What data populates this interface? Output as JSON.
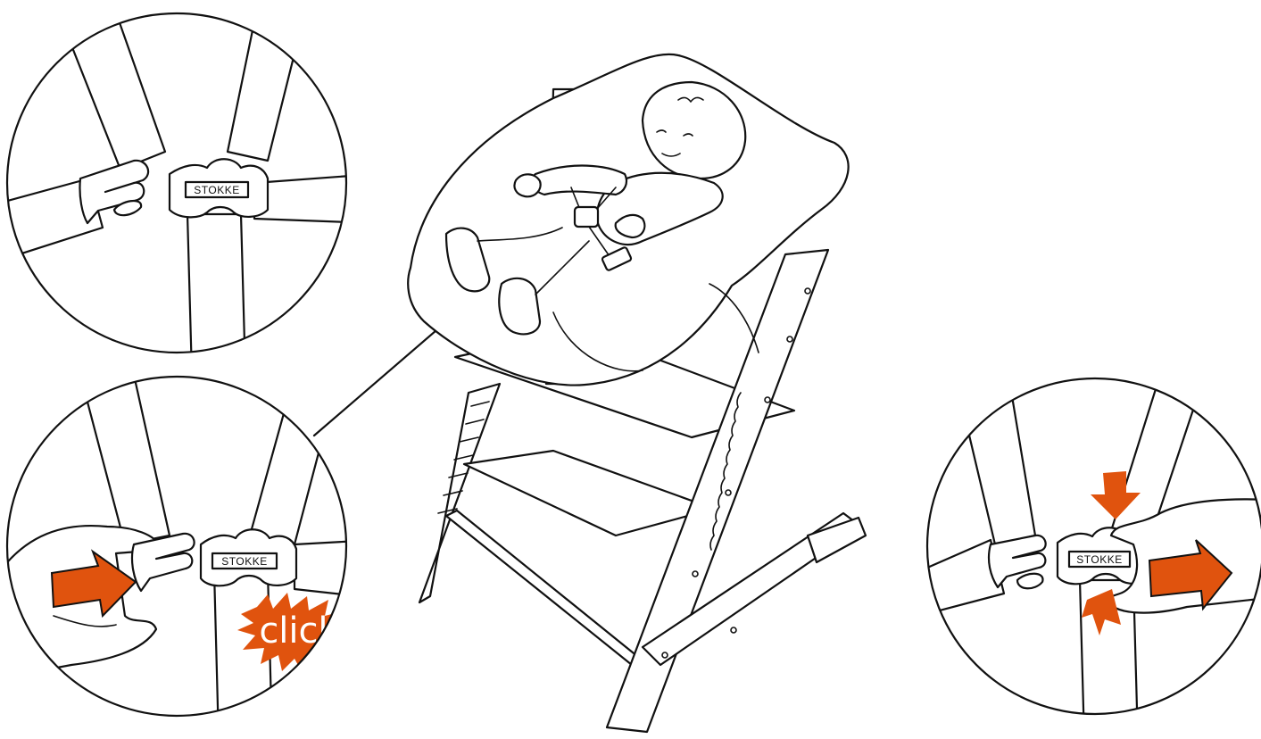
{
  "diagram": {
    "buckle_brand": "STOKKE",
    "click_label": "click",
    "accent_color": "#e0530e",
    "line_color": "#111111",
    "background_color": "#ffffff",
    "panels": [
      {
        "id": "buckle-detail",
        "buckle_text": "STOKKE"
      },
      {
        "id": "fastening",
        "buckle_text": "STOKKE",
        "callout": "click"
      },
      {
        "id": "release",
        "buckle_text": "STOKKE"
      }
    ]
  }
}
